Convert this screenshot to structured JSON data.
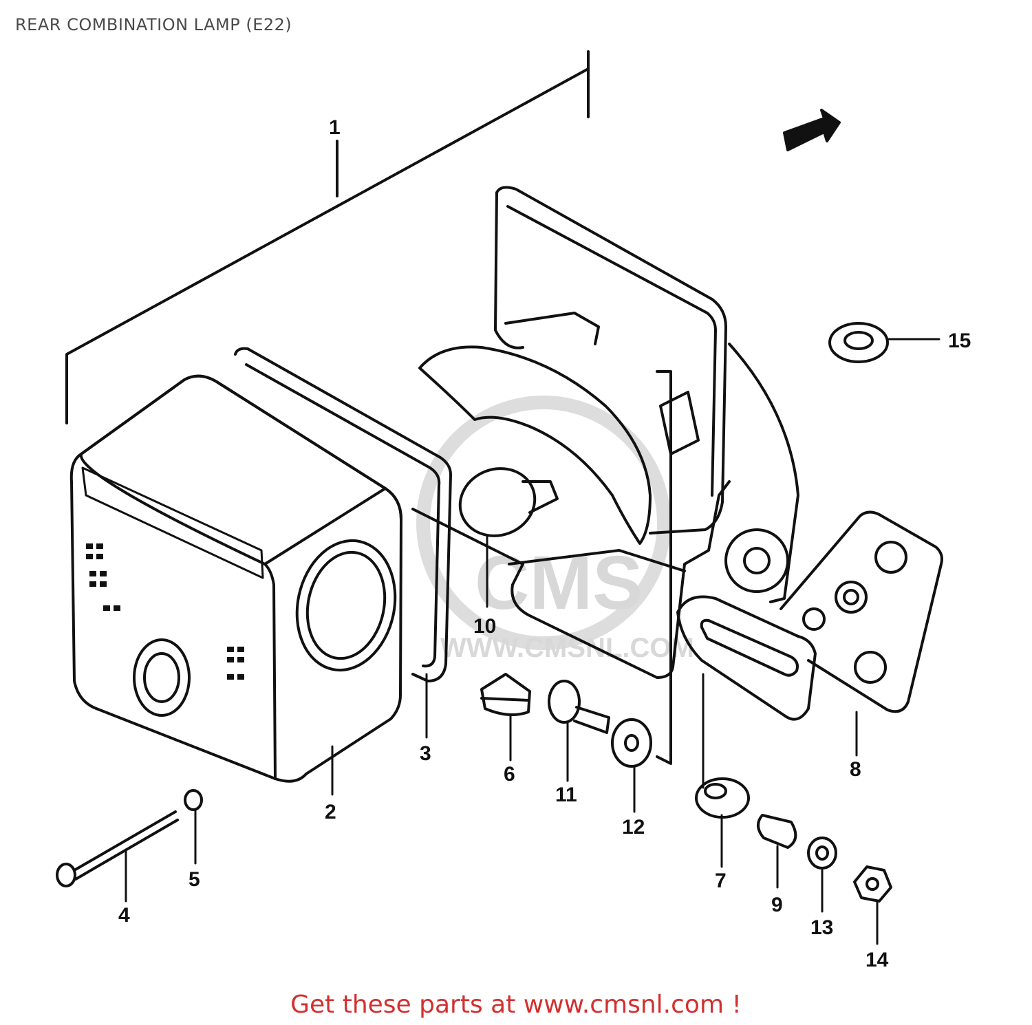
{
  "header": {
    "title": "REAR COMBINATION LAMP (E22)"
  },
  "footer": {
    "link_text": "Get these parts at www.cmsnl.com !"
  },
  "watermark": {
    "brand": "CMS",
    "url": "WWW.CMSNL.COM"
  },
  "callouts": [
    {
      "id": "1",
      "text": "1"
    },
    {
      "id": "2",
      "text": "2"
    },
    {
      "id": "3",
      "text": "3"
    },
    {
      "id": "4",
      "text": "4"
    },
    {
      "id": "5",
      "text": "5"
    },
    {
      "id": "6",
      "text": "6"
    },
    {
      "id": "7",
      "text": "7"
    },
    {
      "id": "8",
      "text": "8"
    },
    {
      "id": "9",
      "text": "9"
    },
    {
      "id": "10",
      "text": "10"
    },
    {
      "id": "11",
      "text": "11"
    },
    {
      "id": "12",
      "text": "12"
    },
    {
      "id": "13",
      "text": "13"
    },
    {
      "id": "14",
      "text": "14"
    },
    {
      "id": "15",
      "text": "15"
    }
  ],
  "colors": {
    "line": "#111111",
    "footer": "#d32f2f",
    "title": "#4a4a4a",
    "watermark": "#d8d8d8"
  }
}
